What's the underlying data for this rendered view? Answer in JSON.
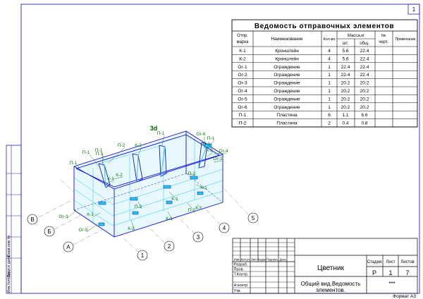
{
  "page_number": "1",
  "spec": {
    "title": "Ведомость отправочных элементов",
    "headers": {
      "mark": [
        "Отпр.",
        "марка"
      ],
      "name": "Наименование",
      "qty": "Кол-во",
      "mass": "Масса,кг",
      "mass_pc": "шт.",
      "mass_total": "общ.",
      "sheet": [
        "№",
        "черт."
      ],
      "note": "Примечание"
    },
    "rows": [
      {
        "mark": "К-1",
        "name": "Кронштейн",
        "qty": "4",
        "pc": "5.6",
        "total": "22.4"
      },
      {
        "mark": "К-2",
        "name": "Кронштейн",
        "qty": "4",
        "pc": "5.6",
        "total": "22.4"
      },
      {
        "mark": "Ог-1",
        "name": "Ограждение",
        "qty": "1",
        "pc": "22.4",
        "total": "22.4"
      },
      {
        "mark": "Ог-2",
        "name": "Ограждение",
        "qty": "1",
        "pc": "22.4",
        "total": "22.4"
      },
      {
        "mark": "Ог-3",
        "name": "Ограждение",
        "qty": "1",
        "pc": "20.2",
        "total": "20.2"
      },
      {
        "mark": "Ог-4",
        "name": "Ограждение",
        "qty": "1",
        "pc": "20.2",
        "total": "20.2"
      },
      {
        "mark": "Ог-5",
        "name": "Ограждение",
        "qty": "1",
        "pc": "20.2",
        "total": "20.2"
      },
      {
        "mark": "Ог-6",
        "name": "Ограждение",
        "qty": "1",
        "pc": "20.2",
        "total": "20.2"
      },
      {
        "mark": "П-1",
        "name": "Пластина",
        "qty": "6",
        "pc": "1.1",
        "total": "6.6"
      },
      {
        "mark": "П-2",
        "name": "Пластина",
        "qty": "2",
        "pc": "0.4",
        "total": "0.8"
      }
    ]
  },
  "drawing": {
    "view_label": "3d",
    "axes": {
      "letters": [
        "А",
        "Б",
        "В"
      ],
      "numbers": [
        "1",
        "2",
        "3",
        "4",
        "5"
      ]
    },
    "callouts": [
      "П-2",
      "П-1",
      "П-1",
      "П-1",
      "П-1",
      "К-2",
      "П-1",
      "Ог-6",
      "П-1",
      "П-1",
      "Ог-4",
      "К-2",
      "Ог-1",
      "К-2",
      "К-1",
      "П-2",
      "К-1",
      "Ог-3",
      "К-1",
      "Ог-5",
      "К-2",
      "К-1",
      "П-2",
      "К-1",
      "П-2",
      "К-1"
    ]
  },
  "side_stamp": {
    "inv": "Инв.№подл.",
    "sign": "Подп.и дата",
    "replace": "Взам.инв.№"
  },
  "title_block": {
    "row_headers": [
      "Изм",
      "Кол.уч",
      "Лист",
      "№док",
      "Подпись",
      "Дата"
    ],
    "roles": [
      "Разраб.",
      "Пров.",
      "Т.Контр.",
      "",
      "Н.контр",
      "Утв."
    ],
    "object": "Цветник",
    "stage_label": "Стадия",
    "sheet_label": "Лист",
    "sheets_label": "Листов",
    "stage": "Р",
    "sheet": "1",
    "sheets": "7",
    "drawing_name": [
      "Общий вид.Ведомость",
      "элементов."
    ],
    "org": "***",
    "format": "Формат А3"
  }
}
